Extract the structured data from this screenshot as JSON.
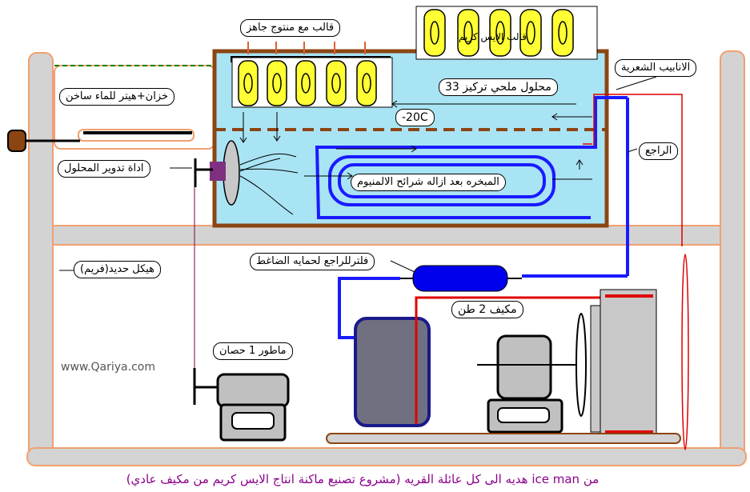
{
  "labels": {
    "mold_with_product": "قالب مع منتوج جاهز",
    "ice_cream_mold": "قالب الايس كريم",
    "capillary_tubes": "الانابيب الشعرية",
    "brine_solution": "محلول ملحي تركيز 33",
    "tank_heater": "خزان+هيتر للماء ساخن",
    "temperature": "-20C",
    "return_line": "الراجع",
    "circulation_tool": "اداة تدوير المحلول",
    "evaporator": "المبخره بعد ازاله شرائح الالمنيوم",
    "filter": "فلترللراجع لحمايه الضاغط",
    "iron_frame": "هيكل حديد(فريم)",
    "ac_unit": "مكيف 2 طن",
    "motor": "ماطور 1 حصان"
  },
  "website": "www.Qariya.com",
  "caption": "من ice man هديه الى كل عائلة القريه (مشروع تصنيع ماكنة انتاج الايس كريم من مكيف عادي)",
  "colors": {
    "frame": "#f0a070",
    "frame_fill": "#d3d3d3",
    "tank_border": "#8b4513",
    "brine": "#a8e4f4",
    "molds": "#ffff33",
    "refrigerant_pipe": "#1a1aff",
    "capillary": "#e00000",
    "caption": "#8b008b"
  }
}
